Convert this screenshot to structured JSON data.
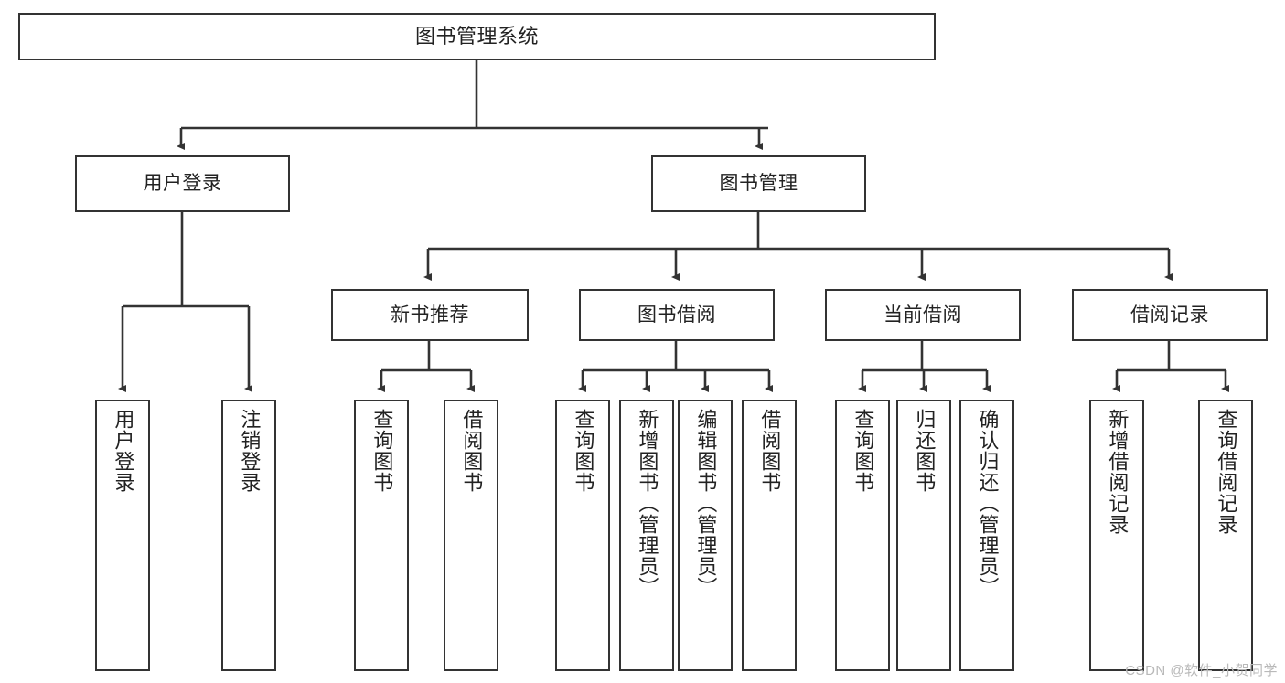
{
  "diagram": {
    "title": "图书管理系统",
    "type": "tree-hierarchy",
    "stroke_color": "#333333",
    "fill_color": "#ffffff",
    "text_color": "#222222",
    "root": {
      "label": "图书管理系统"
    },
    "level2": [
      {
        "label": "用户登录"
      },
      {
        "label": "图书管理"
      }
    ],
    "level3": [
      {
        "label": "新书推荐"
      },
      {
        "label": "图书借阅"
      },
      {
        "label": "当前借阅"
      },
      {
        "label": "借阅记录"
      }
    ],
    "leaves": {
      "user_login": [
        {
          "label": "用户登录"
        },
        {
          "label": "注销登录"
        }
      ],
      "new_book": [
        {
          "label": "查询图书"
        },
        {
          "label": "借阅图书"
        }
      ],
      "book_borrow": [
        {
          "label": "查询图书"
        },
        {
          "label": "新增图书（管理员）"
        },
        {
          "label": "编辑图书（管理员）"
        },
        {
          "label": "借阅图书"
        }
      ],
      "current_borrow": [
        {
          "label": "查询图书"
        },
        {
          "label": "归还图书"
        },
        {
          "label": "确认归还（管理员）"
        }
      ],
      "borrow_record": [
        {
          "label": "新增借阅记录"
        },
        {
          "label": "查询借阅记录"
        }
      ]
    }
  },
  "watermark": {
    "text": "CSDN @软件_小贺同学"
  }
}
